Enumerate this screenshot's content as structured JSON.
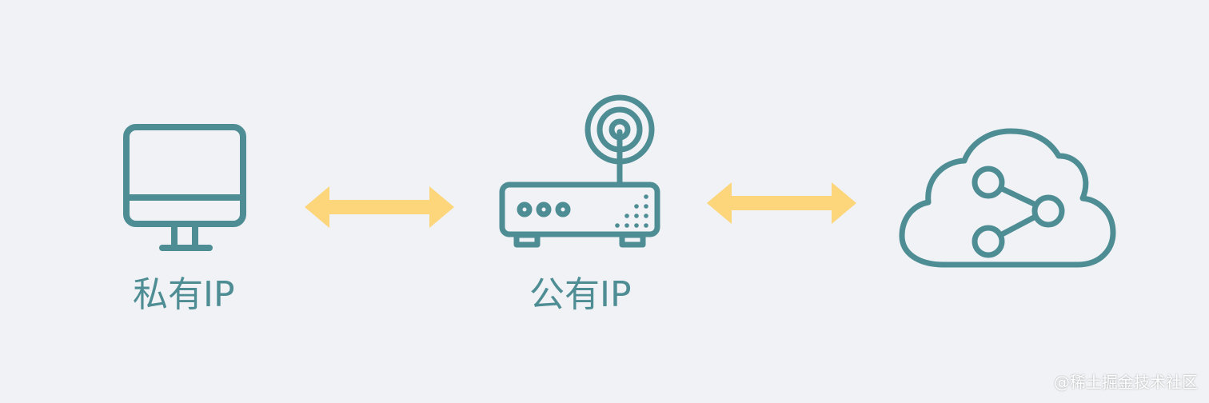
{
  "colors": {
    "background": "#f0f2f5",
    "icon_stroke": "#4e8d94",
    "arrow": "#fdd57a",
    "label_text": "#4e8d94"
  },
  "nodes": [
    {
      "icon": "monitor-icon",
      "label": "私有IP"
    },
    {
      "icon": "router-icon",
      "label": "公有IP"
    },
    {
      "icon": "cloud-share-icon",
      "label": ""
    }
  ],
  "connectors": [
    {
      "icon": "double-arrow-icon",
      "direction": "bidirectional"
    },
    {
      "icon": "double-arrow-icon",
      "direction": "bidirectional"
    }
  ],
  "watermark": "@稀土掘金技术社区"
}
